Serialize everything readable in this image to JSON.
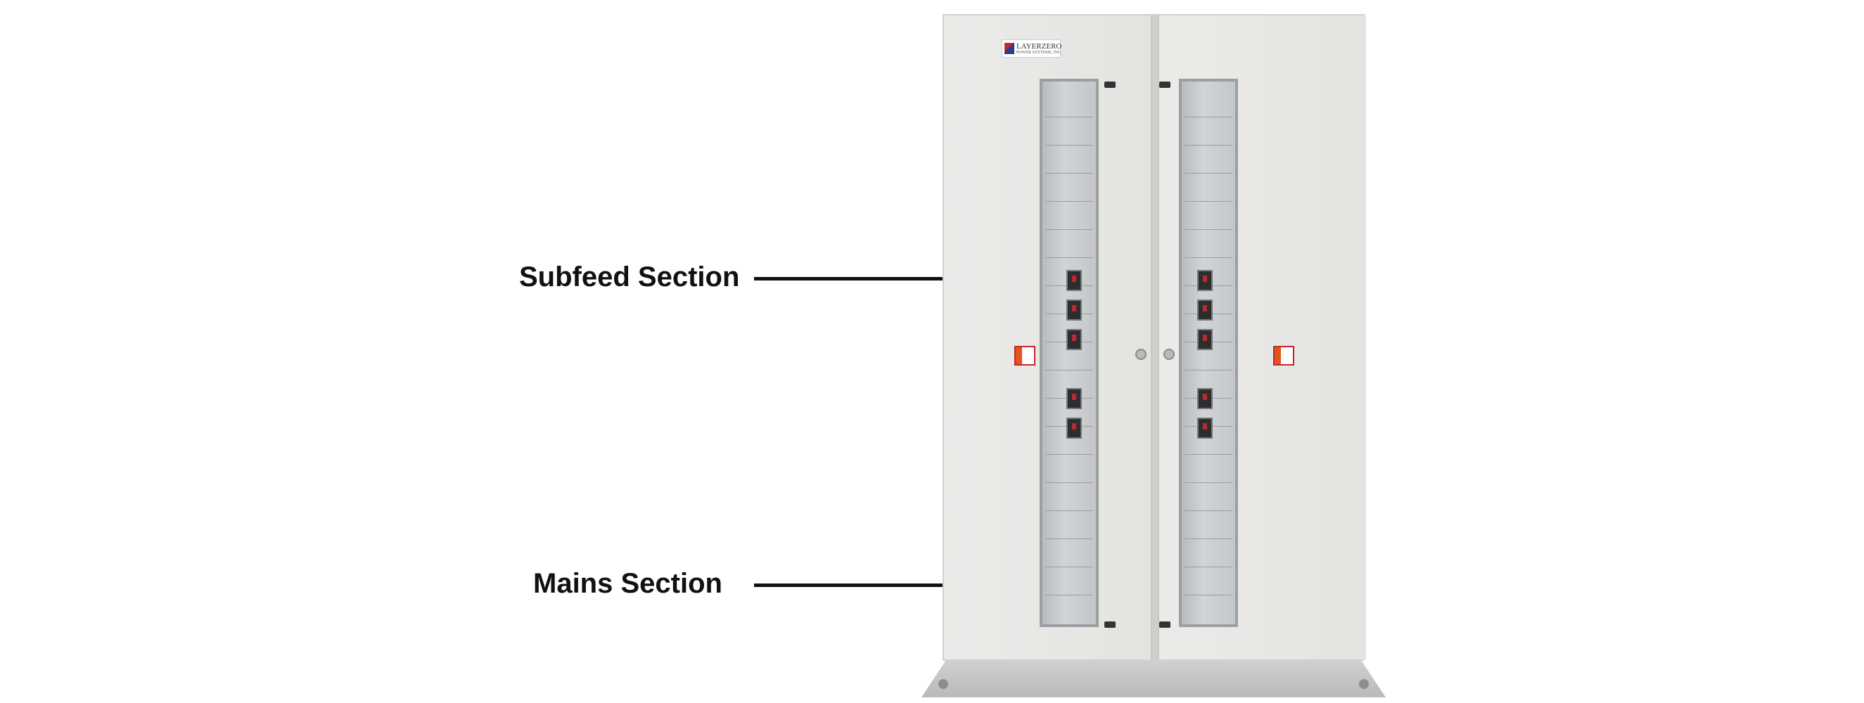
{
  "callouts": [
    {
      "label": "Subfeed Section"
    },
    {
      "label": "Mains Section"
    }
  ],
  "cabinet": {
    "logo_text": "LAYERZERO",
    "logo_subtext": "POWER SYSTEMS, INC."
  },
  "colors": {
    "callout_text": "#111111",
    "cabinet_panel": "#e9e8e6",
    "window_glass": "#c4c7ca",
    "breaker_accent": "#c1272d"
  }
}
